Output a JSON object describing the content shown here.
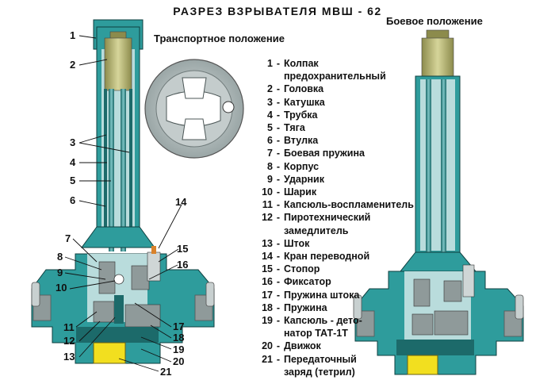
{
  "title": "РАЗРЕЗ ВЗРЫВАТЕЛЯ МВШ - 62",
  "transport_label": "Транспортное положение",
  "combat_label": "Боевое положение",
  "legend": [
    {
      "num": "1",
      "lines": [
        "Колпак",
        "предохранительный"
      ]
    },
    {
      "num": "2",
      "lines": [
        "Головка"
      ]
    },
    {
      "num": "3",
      "lines": [
        "Катушка"
      ]
    },
    {
      "num": "4",
      "lines": [
        "Трубка"
      ]
    },
    {
      "num": "5",
      "lines": [
        "Тяга"
      ]
    },
    {
      "num": "6",
      "lines": [
        "Втулка"
      ]
    },
    {
      "num": "7",
      "lines": [
        "Боевая пружина"
      ]
    },
    {
      "num": "8",
      "lines": [
        "Корпус"
      ]
    },
    {
      "num": "9",
      "lines": [
        "Ударник"
      ]
    },
    {
      "num": "10",
      "lines": [
        "Шарик"
      ]
    },
    {
      "num": "11",
      "lines": [
        "Капсюль-воспламенитель"
      ]
    },
    {
      "num": "12",
      "lines": [
        "Пиротехнический",
        "замедлитель"
      ]
    },
    {
      "num": "13",
      "lines": [
        "Шток"
      ]
    },
    {
      "num": "14",
      "lines": [
        "Кран переводной"
      ]
    },
    {
      "num": "15",
      "lines": [
        "Стопор"
      ]
    },
    {
      "num": "16",
      "lines": [
        "Фиксатор"
      ]
    },
    {
      "num": "17",
      "lines": [
        "Пружина штока"
      ]
    },
    {
      "num": "18",
      "lines": [
        "Пружина"
      ]
    },
    {
      "num": "19",
      "lines": [
        "Капсюль - дето-",
        "натор ТАТ-1Т"
      ]
    },
    {
      "num": "20",
      "lines": [
        "Движок"
      ]
    },
    {
      "num": "21",
      "lines": [
        "Передаточный",
        "заряд (тетрил)"
      ]
    }
  ],
  "callouts": [
    "1",
    "2",
    "3",
    "4",
    "5",
    "6",
    "7",
    "8",
    "9",
    "10",
    "11",
    "12",
    "13",
    "14",
    "15",
    "16",
    "17",
    "18",
    "19",
    "20",
    "21"
  ],
  "colors": {
    "body_teal": "#2e9c9c",
    "body_light": "#b9dcdc",
    "body_dark": "#1c6a6a",
    "metal_gray": "#8f9a9a",
    "head_olive": "#b7b670",
    "charge_yellow": "#f2df1f",
    "background": "#ffffff"
  }
}
